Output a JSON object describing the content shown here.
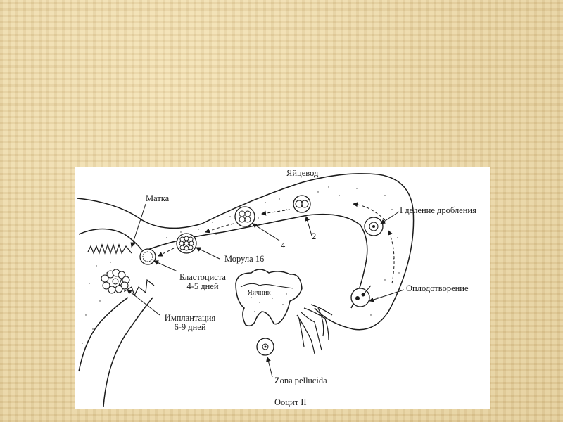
{
  "labels": {
    "oviduct": "Яйцевод",
    "uterus": "Матка",
    "first_cleavage": "I деление дробления",
    "morula": "Морула 16",
    "cell_4": "4",
    "cell_2": "2",
    "blastocyst": "Бластоциста",
    "blastocyst_time": "4-5 дней",
    "ovary": "Яичник",
    "fertilization": "Оплодотворение",
    "implantation": "Имплантация",
    "implantation_time": "6-9 дней",
    "zona_pellucida": "Zona pellucida",
    "oocyte": "Ооцит II"
  },
  "colors": {
    "background": "#e8d6a6",
    "panel": "#ffffff",
    "ink": "#1a1a1a"
  }
}
